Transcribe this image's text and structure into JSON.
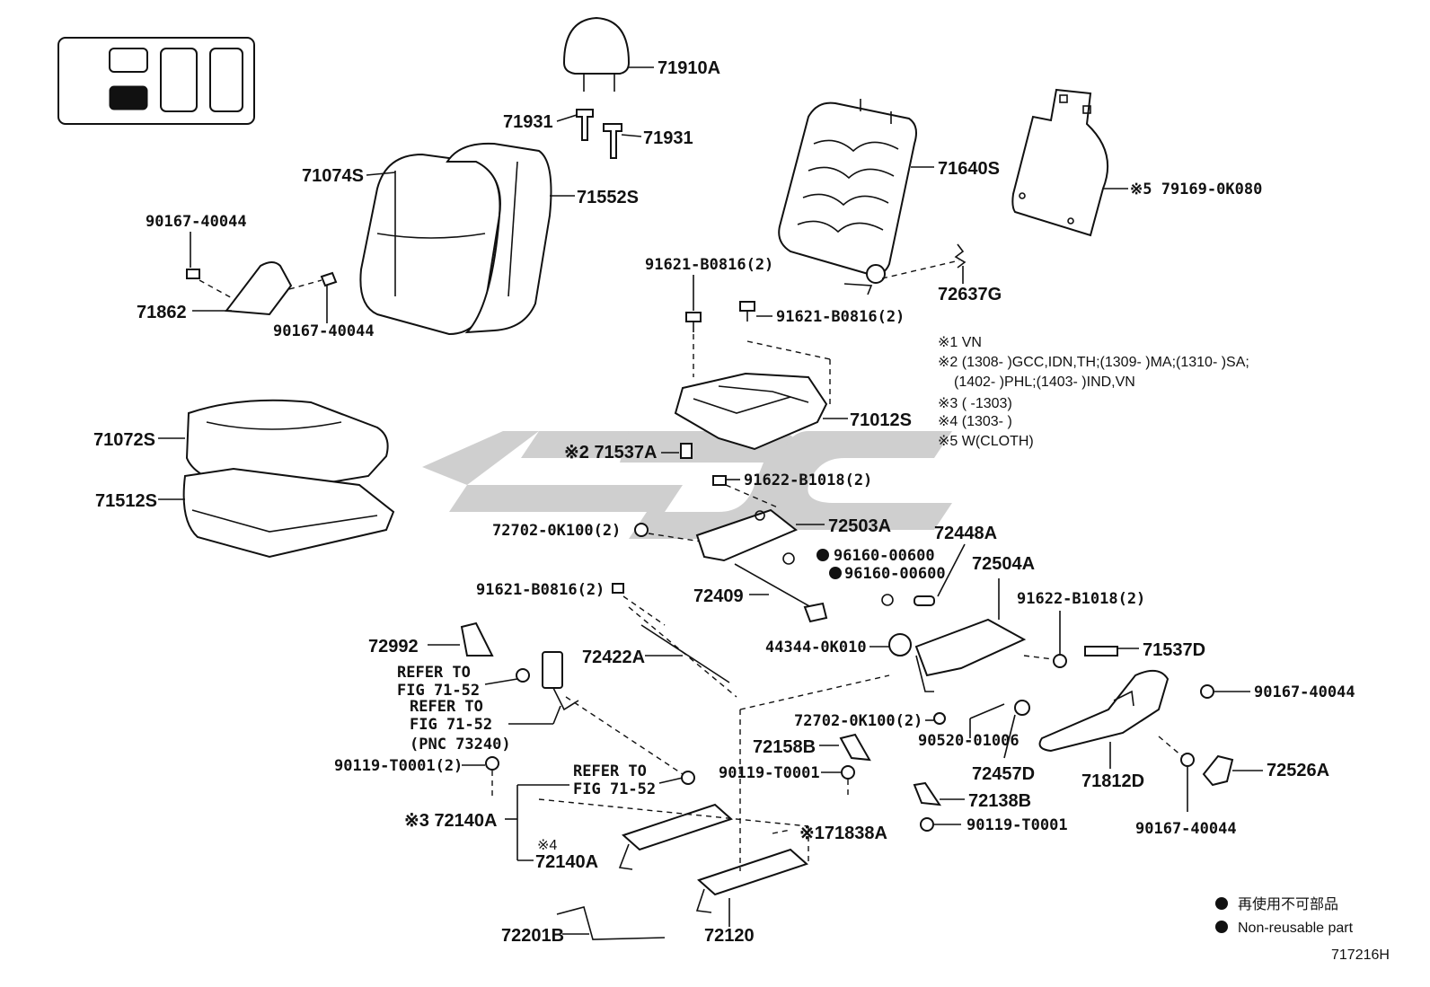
{
  "labels": {
    "l71910A": "71910A",
    "l71931a": "71931",
    "l71931b": "71931",
    "l71074S": "71074S",
    "l71552S": "71552S",
    "l71640S": "71640S",
    "l79169": "※5 79169-0K080",
    "l72637G": "72637G",
    "l90167a": "90167-40044",
    "l71862": "71862",
    "l90167b": "90167-40044",
    "l91621a": "91621-B0816(2)",
    "l91621b": "91621-B0816(2)",
    "l71012S": "71012S",
    "l71072S": "71072S",
    "l71512S": "71512S",
    "l71537A": "※2 71537A",
    "l91622a": "91622-B1018(2)",
    "l72702a": "72702-0K100(2)",
    "l72503A": "72503A",
    "l72448A": "72448A",
    "l96160a": "96160-00600",
    "l96160b": "96160-00600",
    "l72504A": "72504A",
    "l91621c": "91621-B0816(2)",
    "l72409": "72409",
    "l91622b": "91622-B1018(2)",
    "l72992": "72992",
    "l44344": "44344-0K010",
    "l71537D": "71537D",
    "l72422A": "72422A",
    "l90167c": "90167-40044",
    "l72702b": "72702-0K100(2)",
    "l90520": "90520-01006",
    "l72158B": "72158B",
    "l72457D": "72457D",
    "l71812D": "71812D",
    "l72526A": "72526A",
    "l90119a": "90119-T0001(2)",
    "l90119b": "90119-T0001",
    "l72140Aa": "※3 72140A",
    "l72140Ab4": "※4",
    "l72140Ab": "72140A",
    "l72138B": "72138B",
    "l90119c": "90119-T0001",
    "l71838A": "※171838A",
    "l90167d": "90167-40044",
    "l72201B": "72201B",
    "l72120": "72120"
  },
  "refer": {
    "r1a": "REFER TO",
    "r1b": "FIG 71-52",
    "r2a": "REFER TO",
    "r2b": "FIG 71-52",
    "r2c": "(PNC 73240)",
    "r3a": "REFER TO",
    "r3b": "FIG 71-52"
  },
  "notes": {
    "n1": "※1 VN",
    "n2": "※2 (1308-      )GCC,IDN,TH;(1309-      )MA;(1310-      )SA;",
    "n2b": "(1402-      )PHL;(1403-      )IND,VN",
    "n3": "※3 (      -1303)",
    "n4": "※4 (1303-      )",
    "n5": "※5 W(CLOTH)"
  },
  "legend": {
    "jp": "再使用不可部品",
    "en": "Non-reusable part"
  },
  "fig_code": "717216H",
  "watermark": "GPC"
}
